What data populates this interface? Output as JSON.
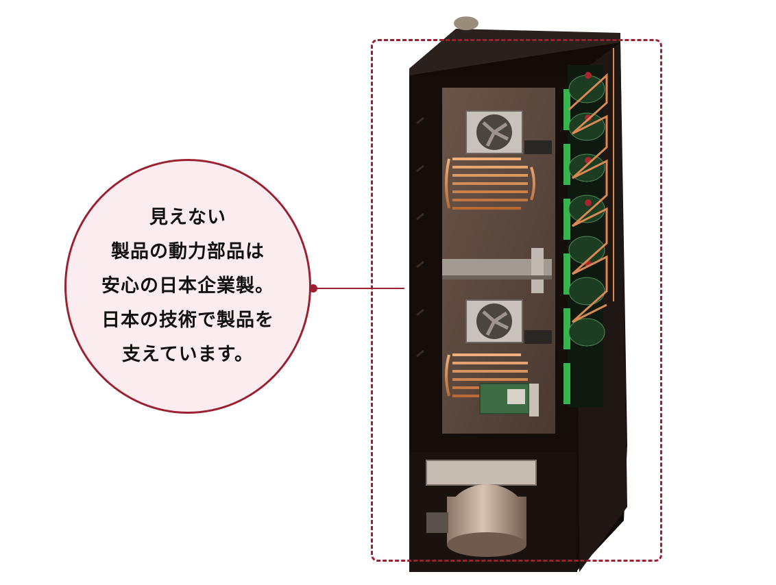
{
  "callout": {
    "lines": [
      "見えない",
      "製品の動力部品は",
      "安心の日本企業製。",
      "日本の技術で製品を",
      "支えています。"
    ]
  },
  "colors": {
    "accent": "#9b2030",
    "circle_fill": "#fbecf0",
    "cabinet": "#120b08",
    "copper": "#d98a52",
    "led_green": "#3fd25a"
  }
}
